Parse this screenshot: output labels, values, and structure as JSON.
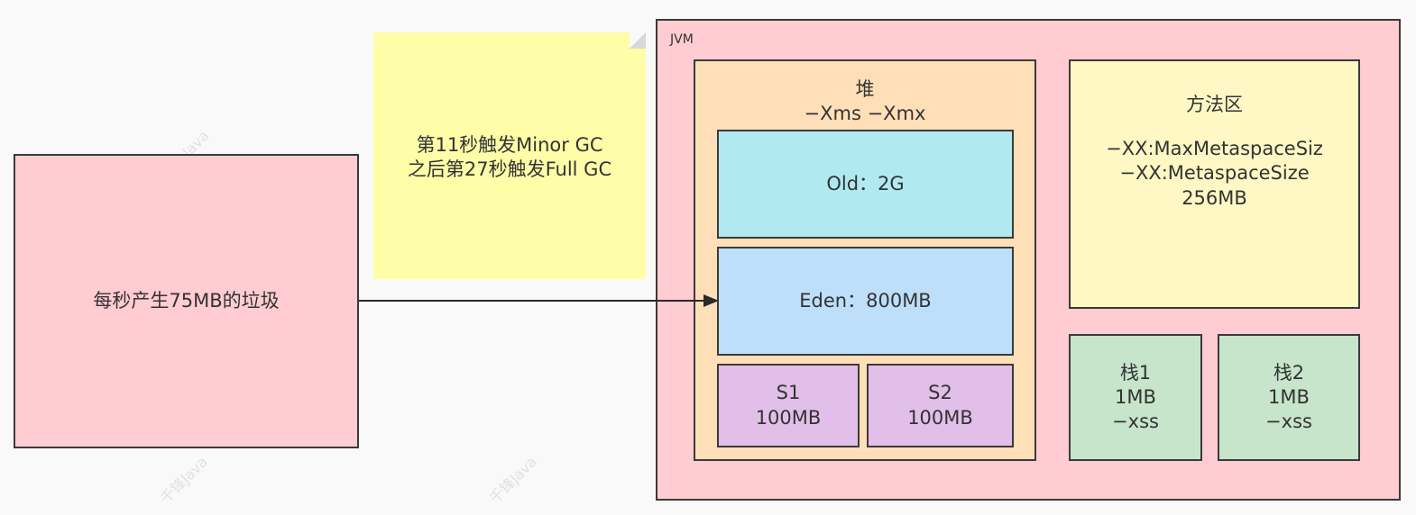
{
  "source": {
    "label": "每秒产生75MB的垃圾"
  },
  "note": {
    "line1": "第11秒触发Minor GC",
    "line2": "之后第27秒触发Full GC"
  },
  "jvm": {
    "label": "JVM",
    "heap": {
      "title": "堆",
      "params": "−Xms −Xmx",
      "old": "Old：2G",
      "eden": "Eden：800MB",
      "s1": {
        "name": "S1",
        "size": "100MB"
      },
      "s2": {
        "name": "S2",
        "size": "100MB"
      }
    },
    "method_area": {
      "title": "方法区",
      "line1": "−XX:MaxMetaspaceSiz",
      "line2": "−XX:MetaspaceSize",
      "line3": "256MB"
    },
    "stacks": [
      {
        "name": "栈1",
        "size": "1MB",
        "param": "−xss"
      },
      {
        "name": "栈2",
        "size": "1MB",
        "param": "−xss"
      }
    ]
  },
  "watermark": "千锋Java",
  "colors": {
    "source_fill": "#ffccd1",
    "note_fill": "#fffea8",
    "jvm_fill": "#ffccd1",
    "heap_fill": "#ffdfb7",
    "old_fill": "#b0eaf0",
    "eden_fill": "#bddffa",
    "survivor_fill": "#e1bfe8",
    "method_fill": "#fff8c4",
    "stack_fill": "#c7e5cb"
  }
}
